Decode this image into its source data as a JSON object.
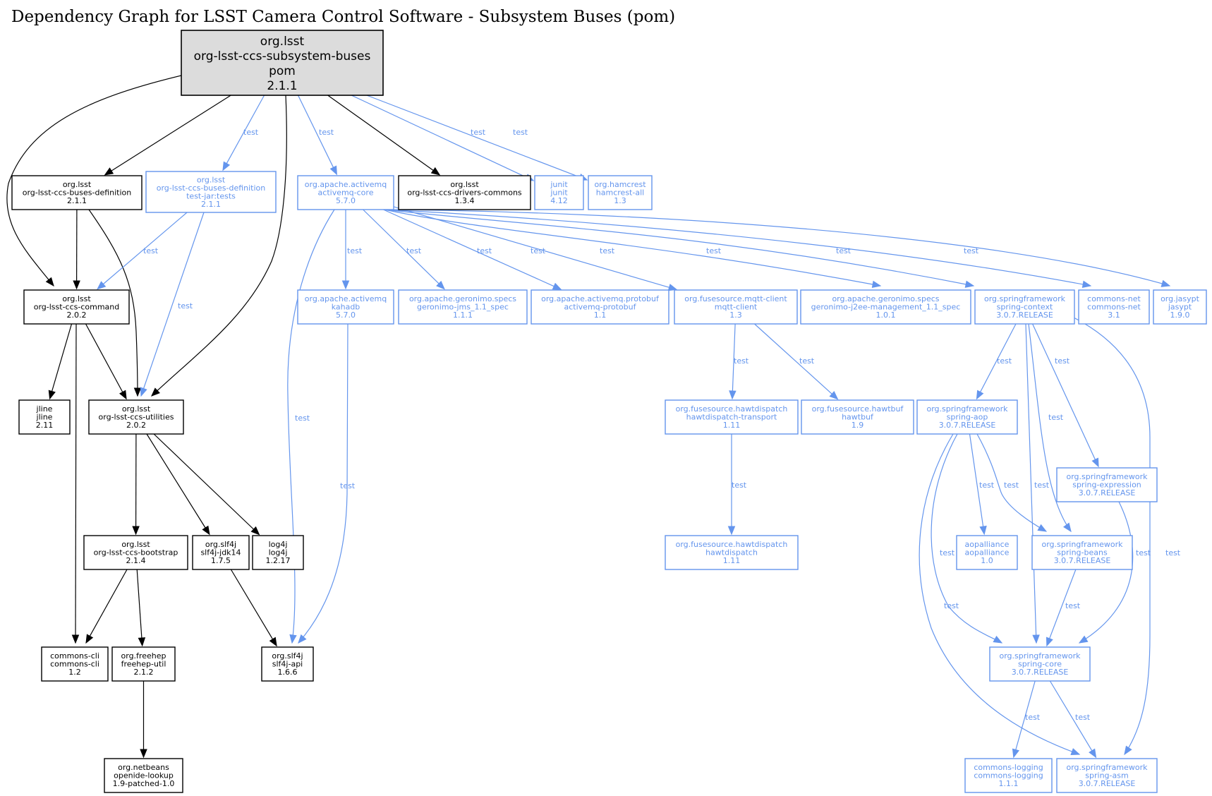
{
  "title": "Dependency Graph for LSST Camera Control Software - Subsystem Buses (pom)",
  "colors": {
    "compile": "#000000",
    "test": "#6495ed",
    "root_fill": "#dcdcdc"
  },
  "nodes": [
    {
      "id": "root",
      "scope": "root",
      "lines": [
        "org.lsst",
        "org-lsst-ccs-subsystem-buses",
        "pom",
        "2.1.1"
      ]
    },
    {
      "id": "buses-def",
      "scope": "compile",
      "lines": [
        "org.lsst",
        "org-lsst-ccs-buses-definition",
        "2.1.1"
      ]
    },
    {
      "id": "buses-def-tests",
      "scope": "test",
      "lines": [
        "org.lsst",
        "org-lsst-ccs-buses-definition",
        "test-jar:tests",
        "2.1.1"
      ]
    },
    {
      "id": "activemq-core",
      "scope": "test",
      "lines": [
        "org.apache.activemq",
        "activemq-core",
        "5.7.0"
      ]
    },
    {
      "id": "drivers-commons",
      "scope": "compile",
      "lines": [
        "org.lsst",
        "org-lsst-ccs-drivers-commons",
        "1.3.4"
      ]
    },
    {
      "id": "junit",
      "scope": "test",
      "lines": [
        "junit",
        "junit",
        "4.12"
      ]
    },
    {
      "id": "hamcrest",
      "scope": "test",
      "lines": [
        "org.hamcrest",
        "hamcrest-all",
        "1.3"
      ]
    },
    {
      "id": "ccs-command",
      "scope": "compile",
      "lines": [
        "org.lsst",
        "org-lsst-ccs-command",
        "2.0.2"
      ]
    },
    {
      "id": "kahadb",
      "scope": "test",
      "lines": [
        "org.apache.activemq",
        "kahadb",
        "5.7.0"
      ]
    },
    {
      "id": "geronimo-jms",
      "scope": "test",
      "lines": [
        "org.apache.geronimo.specs",
        "geronimo-jms_1.1_spec",
        "1.1.1"
      ]
    },
    {
      "id": "activemq-protobuf",
      "scope": "test",
      "lines": [
        "org.apache.activemq.protobuf",
        "activemq-protobuf",
        "1.1"
      ]
    },
    {
      "id": "mqtt-client",
      "scope": "test",
      "lines": [
        "org.fusesource.mqtt-client",
        "mqtt-client",
        "1.3"
      ]
    },
    {
      "id": "geronimo-j2ee",
      "scope": "test",
      "lines": [
        "org.apache.geronimo.specs",
        "geronimo-j2ee-management_1.1_spec",
        "1.0.1"
      ]
    },
    {
      "id": "spring-context",
      "scope": "test",
      "lines": [
        "org.springframework",
        "spring-context",
        "3.0.7.RELEASE"
      ]
    },
    {
      "id": "commons-net",
      "scope": "test",
      "lines": [
        "commons-net",
        "commons-net",
        "3.1"
      ]
    },
    {
      "id": "jasypt",
      "scope": "test",
      "lines": [
        "org.jasypt",
        "jasypt",
        "1.9.0"
      ]
    },
    {
      "id": "jline",
      "scope": "compile",
      "lines": [
        "jline",
        "jline",
        "2.11"
      ]
    },
    {
      "id": "ccs-utilities",
      "scope": "compile",
      "lines": [
        "org.lsst",
        "org-lsst-ccs-utilities",
        "2.0.2"
      ]
    },
    {
      "id": "hawtdispatch-transport",
      "scope": "test",
      "lines": [
        "org.fusesource.hawtdispatch",
        "hawtdispatch-transport",
        "1.11"
      ]
    },
    {
      "id": "hawtbuf",
      "scope": "test",
      "lines": [
        "org.fusesource.hawtbuf",
        "hawtbuf",
        "1.9"
      ]
    },
    {
      "id": "spring-aop",
      "scope": "test",
      "lines": [
        "org.springframework",
        "spring-aop",
        "3.0.7.RELEASE"
      ]
    },
    {
      "id": "spring-expression",
      "scope": "test",
      "lines": [
        "org.springframework",
        "spring-expression",
        "3.0.7.RELEASE"
      ]
    },
    {
      "id": "ccs-bootstrap",
      "scope": "compile",
      "lines": [
        "org.lsst",
        "org-lsst-ccs-bootstrap",
        "2.1.4"
      ]
    },
    {
      "id": "slf4j-jdk14",
      "scope": "compile",
      "lines": [
        "org.slf4j",
        "slf4j-jdk14",
        "1.7.5"
      ]
    },
    {
      "id": "log4j",
      "scope": "compile",
      "lines": [
        "log4j",
        "log4j",
        "1.2.17"
      ]
    },
    {
      "id": "hawtdispatch",
      "scope": "test",
      "lines": [
        "org.fusesource.hawtdispatch",
        "hawtdispatch",
        "1.11"
      ]
    },
    {
      "id": "aopalliance",
      "scope": "test",
      "lines": [
        "aopalliance",
        "aopalliance",
        "1.0"
      ]
    },
    {
      "id": "spring-beans",
      "scope": "test",
      "lines": [
        "org.springframework",
        "spring-beans",
        "3.0.7.RELEASE"
      ]
    },
    {
      "id": "commons-cli",
      "scope": "compile",
      "lines": [
        "commons-cli",
        "commons-cli",
        "1.2"
      ]
    },
    {
      "id": "freehep-util",
      "scope": "compile",
      "lines": [
        "org.freehep",
        "freehep-util",
        "2.1.2"
      ]
    },
    {
      "id": "slf4j-api",
      "scope": "compile",
      "lines": [
        "org.slf4j",
        "slf4j-api",
        "1.6.6"
      ]
    },
    {
      "id": "spring-core",
      "scope": "test",
      "lines": [
        "org.springframework",
        "spring-core",
        "3.0.7.RELEASE"
      ]
    },
    {
      "id": "openide-lookup",
      "scope": "compile",
      "lines": [
        "org.netbeans",
        "openide-lookup",
        "1.9-patched-1.0"
      ]
    },
    {
      "id": "commons-logging",
      "scope": "test",
      "lines": [
        "commons-logging",
        "commons-logging",
        "1.1.1"
      ]
    },
    {
      "id": "spring-asm",
      "scope": "test",
      "lines": [
        "org.springframework",
        "spring-asm",
        "3.0.7.RELEASE"
      ]
    }
  ],
  "edges": [
    {
      "from": "root",
      "to": "ccs-command",
      "scope": "compile",
      "label": ""
    },
    {
      "from": "root",
      "to": "buses-def",
      "scope": "compile",
      "label": ""
    },
    {
      "from": "root",
      "to": "buses-def-tests",
      "scope": "test",
      "label": "test"
    },
    {
      "from": "root",
      "to": "ccs-utilities",
      "scope": "compile",
      "label": ""
    },
    {
      "from": "root",
      "to": "activemq-core",
      "scope": "test",
      "label": "test"
    },
    {
      "from": "root",
      "to": "drivers-commons",
      "scope": "compile",
      "label": ""
    },
    {
      "from": "root",
      "to": "junit",
      "scope": "test",
      "label": "test"
    },
    {
      "from": "root",
      "to": "hamcrest",
      "scope": "test",
      "label": "test"
    },
    {
      "from": "buses-def",
      "to": "ccs-command",
      "scope": "compile",
      "label": ""
    },
    {
      "from": "buses-def",
      "to": "ccs-utilities",
      "scope": "compile",
      "label": ""
    },
    {
      "from": "buses-def-tests",
      "to": "ccs-command",
      "scope": "test",
      "label": "test"
    },
    {
      "from": "buses-def-tests",
      "to": "ccs-utilities",
      "scope": "test",
      "label": "test"
    },
    {
      "from": "ccs-command",
      "to": "jline",
      "scope": "compile",
      "label": ""
    },
    {
      "from": "ccs-command",
      "to": "ccs-utilities",
      "scope": "compile",
      "label": ""
    },
    {
      "from": "ccs-command",
      "to": "commons-cli",
      "scope": "compile",
      "label": ""
    },
    {
      "from": "ccs-utilities",
      "to": "ccs-bootstrap",
      "scope": "compile",
      "label": ""
    },
    {
      "from": "ccs-utilities",
      "to": "slf4j-jdk14",
      "scope": "compile",
      "label": ""
    },
    {
      "from": "ccs-utilities",
      "to": "log4j",
      "scope": "compile",
      "label": ""
    },
    {
      "from": "ccs-bootstrap",
      "to": "commons-cli",
      "scope": "compile",
      "label": ""
    },
    {
      "from": "ccs-bootstrap",
      "to": "freehep-util",
      "scope": "compile",
      "label": ""
    },
    {
      "from": "freehep-util",
      "to": "openide-lookup",
      "scope": "compile",
      "label": ""
    },
    {
      "from": "slf4j-jdk14",
      "to": "slf4j-api",
      "scope": "compile",
      "label": ""
    },
    {
      "from": "activemq-core",
      "to": "slf4j-api",
      "scope": "test",
      "label": "test"
    },
    {
      "from": "activemq-core",
      "to": "kahadb",
      "scope": "test",
      "label": "test"
    },
    {
      "from": "activemq-core",
      "to": "geronimo-jms",
      "scope": "test",
      "label": "test"
    },
    {
      "from": "activemq-core",
      "to": "activemq-protobuf",
      "scope": "test",
      "label": "test"
    },
    {
      "from": "activemq-core",
      "to": "mqtt-client",
      "scope": "test",
      "label": "test"
    },
    {
      "from": "activemq-core",
      "to": "geronimo-j2ee",
      "scope": "test",
      "label": "test"
    },
    {
      "from": "activemq-core",
      "to": "spring-context",
      "scope": "test",
      "label": "test"
    },
    {
      "from": "activemq-core",
      "to": "commons-net",
      "scope": "test",
      "label": "test"
    },
    {
      "from": "activemq-core",
      "to": "jasypt",
      "scope": "test",
      "label": "test"
    },
    {
      "from": "kahadb",
      "to": "slf4j-api",
      "scope": "test",
      "label": "test"
    },
    {
      "from": "mqtt-client",
      "to": "hawtdispatch-transport",
      "scope": "test",
      "label": "test"
    },
    {
      "from": "mqtt-client",
      "to": "hawtbuf",
      "scope": "test",
      "label": "test"
    },
    {
      "from": "hawtdispatch-transport",
      "to": "hawtdispatch",
      "scope": "test",
      "label": "test"
    },
    {
      "from": "spring-context",
      "to": "spring-aop",
      "scope": "test",
      "label": "test"
    },
    {
      "from": "spring-context",
      "to": "spring-core",
      "scope": "test",
      "label": "test"
    },
    {
      "from": "spring-context",
      "to": "spring-beans",
      "scope": "test",
      "label": "test"
    },
    {
      "from": "spring-context",
      "to": "spring-expression",
      "scope": "test",
      "label": "test"
    },
    {
      "from": "spring-context",
      "to": "spring-asm",
      "scope": "test",
      "label": "test"
    },
    {
      "from": "spring-aop",
      "to": "aopalliance",
      "scope": "test",
      "label": "test"
    },
    {
      "from": "spring-aop",
      "to": "spring-beans",
      "scope": "test",
      "label": "test"
    },
    {
      "from": "spring-aop",
      "to": "spring-core",
      "scope": "test",
      "label": "test"
    },
    {
      "from": "spring-aop",
      "to": "spring-asm",
      "scope": "test",
      "label": "test"
    },
    {
      "from": "spring-expression",
      "to": "spring-core",
      "scope": "test",
      "label": "test"
    },
    {
      "from": "spring-beans",
      "to": "spring-core",
      "scope": "test",
      "label": "test"
    },
    {
      "from": "spring-core",
      "to": "commons-logging",
      "scope": "test",
      "label": "test"
    },
    {
      "from": "spring-core",
      "to": "spring-asm",
      "scope": "test",
      "label": "test"
    }
  ]
}
